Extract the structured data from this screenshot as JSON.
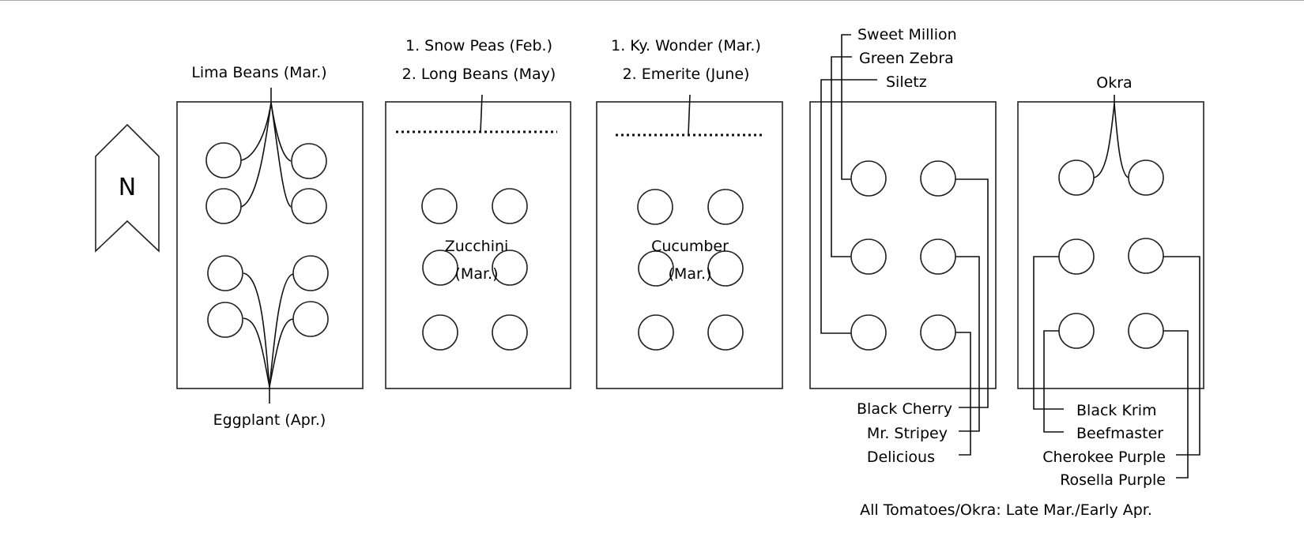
{
  "diagram": {
    "title": "Garden Bed Planting Layout",
    "compass": {
      "label": "N",
      "icon": "north-arrow-icon"
    },
    "beds": [
      {
        "id": "bed-1",
        "labels_top": [
          "Lima Beans (Mar.)"
        ],
        "labels_bottom": [
          "Eggplant (Apr.)"
        ]
      },
      {
        "id": "bed-2",
        "labels_top": [
          "1. Snow Peas (Feb.)",
          "2. Long Beans (May)"
        ],
        "center_label": [
          "Zucchini",
          "(Mar.)"
        ]
      },
      {
        "id": "bed-3",
        "labels_top": [
          "1. Ky. Wonder (Mar.)",
          "2. Emerite (June)"
        ],
        "center_label": [
          "Cucumber",
          "(Mar.)"
        ]
      },
      {
        "id": "bed-4",
        "labels_top": [
          "Sweet Million",
          "Green Zebra",
          "Siletz"
        ],
        "labels_bottom": [
          "Black Cherry",
          "Mr. Stripey",
          "Delicious"
        ]
      },
      {
        "id": "bed-5",
        "labels_top": [
          "Okra"
        ],
        "labels_bottom": [
          "Black Krim",
          "Beefmaster",
          "Cherokee Purple",
          "Rosella Purple"
        ]
      }
    ],
    "footnote": "All Tomatoes/Okra: Late Mar./Early Apr."
  }
}
